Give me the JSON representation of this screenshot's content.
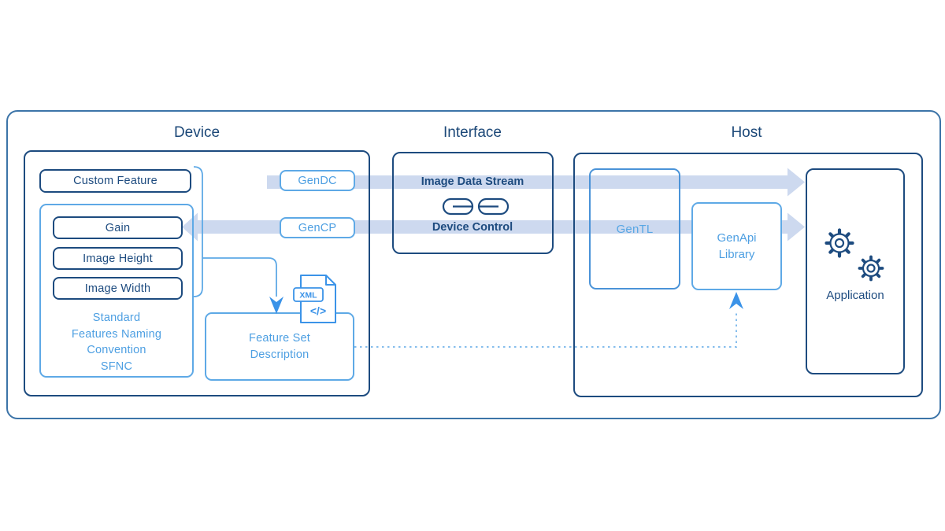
{
  "titles": {
    "device": "Device",
    "interface": "Interface",
    "host": "Host"
  },
  "device_section": {
    "custom_feature_label": "Custom Feature",
    "feature_boxes": [
      "Gain",
      "Image Height",
      "Image Width"
    ],
    "sfnc_lines": [
      "Standard",
      "Features Naming",
      "Convention",
      "SFNC"
    ],
    "feature_set_lines": [
      "Feature Set",
      "Description"
    ],
    "xml_icon_badge": "XML",
    "xml_icon_code": "</>"
  },
  "protocol_badges": {
    "gendc": "GenDC",
    "gencp": "GenCP"
  },
  "interface_section": {
    "image_data_stream": "Image Data Stream",
    "device_control": "Device Control"
  },
  "host_section": {
    "gentl": "GenTL",
    "genapi_line1": "GenApi",
    "genapi_line2": "Library",
    "application": "Application"
  },
  "colors": {
    "navy": "#1d4b7f",
    "outer_border": "#3c74a8",
    "light_blue": "#4d9fe2",
    "band_fill": "#cdd9ef",
    "bright_blue": "#3b93e8",
    "dotted_line": "#85bdec"
  }
}
